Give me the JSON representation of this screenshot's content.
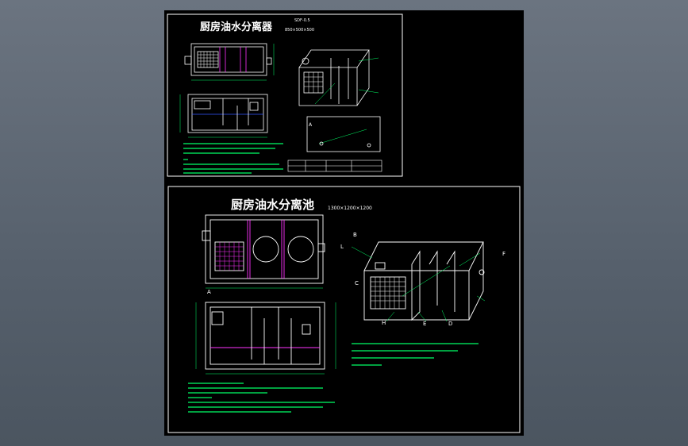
{
  "colors": {
    "background": "#5b6471",
    "sheet": "#000000",
    "line": "#ffffff",
    "annotation": "#00ff66",
    "partition": "#ff33ff",
    "water_level": "#3355ff"
  },
  "drawing_top": {
    "title": "厨房油水分离器",
    "model_label": "SDF-0.5",
    "size_label": "850×500×500",
    "label_a": "A"
  },
  "drawing_bottom": {
    "title": "厨房油水分离池",
    "size_label": "1300×1200×1200",
    "callouts": {
      "A": "A",
      "B": "B",
      "C": "C",
      "D": "D",
      "E": "E",
      "F": "F",
      "H": "H",
      "L": "L"
    }
  }
}
